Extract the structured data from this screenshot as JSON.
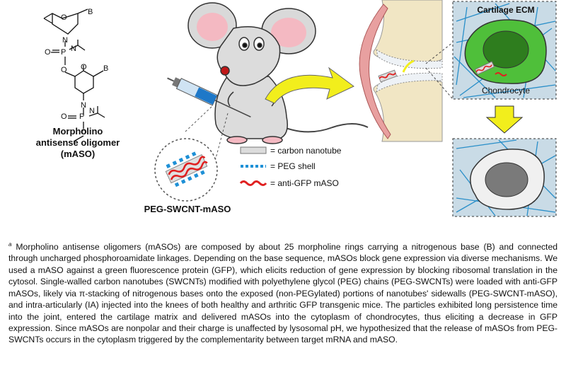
{
  "figure": {
    "molecule": {
      "atom_base": "B",
      "atom_O": "O",
      "atom_N": "N",
      "atom_P": "P",
      "name_line1": "Morpholino",
      "name_line2": "antisense oligomer",
      "name_line3": "(mASO)"
    },
    "particle_label": "PEG-SWCNT-mASO",
    "legend": [
      {
        "label": "= carbon nanotube"
      },
      {
        "label": "= PEG shell"
      },
      {
        "label": "= anti-GFP mASO"
      }
    ],
    "cartilage_label": "Cartilage ECM",
    "chondrocyte_label": "Chondrocyte",
    "colors": {
      "cell_green": "#4fbf3a",
      "nucleus_green": "#2e7d1e",
      "matrix_blue": "#c9dbe6",
      "fiber_blue": "#2a8fc9",
      "arrow_yellow": "#f2ee1c",
      "mASO_red": "#e02020",
      "peg_blue": "#1e90d6"
    }
  },
  "caption": {
    "marker": "a",
    "text": "Morpholino antisense oligomers (mASOs) are composed by about 25 morpholine rings carrying a nitrogenous base (B) and connected through uncharged phosphoroamidate linkages. Depending on the base sequence, mASOs block gene expression via diverse mechanisms. We used a mASO against a green fluorescence protein (GFP), which elicits reduction of gene expression by blocking ribosomal translation in the cytosol. Single-walled carbon nanotubes (SWCNTs) modified with polyethylene glycol (PEG) chains (PEG-SWCNTs) were loaded with anti-GFP mASOs, likely via π-stacking of nitrogenous bases onto the exposed (non-PEGylated) portions of nanotubes' sidewalls (PEG-SWCNT-mASO), and intra-articularly (IA) injected into the knees of both healthy and arthritic GFP transgenic mice. The particles exhibited long persistence time into the joint, entered the cartilage matrix and delivered mASOs into the cytoplasm of chondrocytes, thus eliciting a decrease in GFP expression. Since mASOs are nonpolar and their charge is unaffected by lysosomal pH, we hypothesized that the release of mASOs from PEG-SWCNTs occurs in the cytoplasm triggered by the complementarity between target mRNA and mASO."
  }
}
